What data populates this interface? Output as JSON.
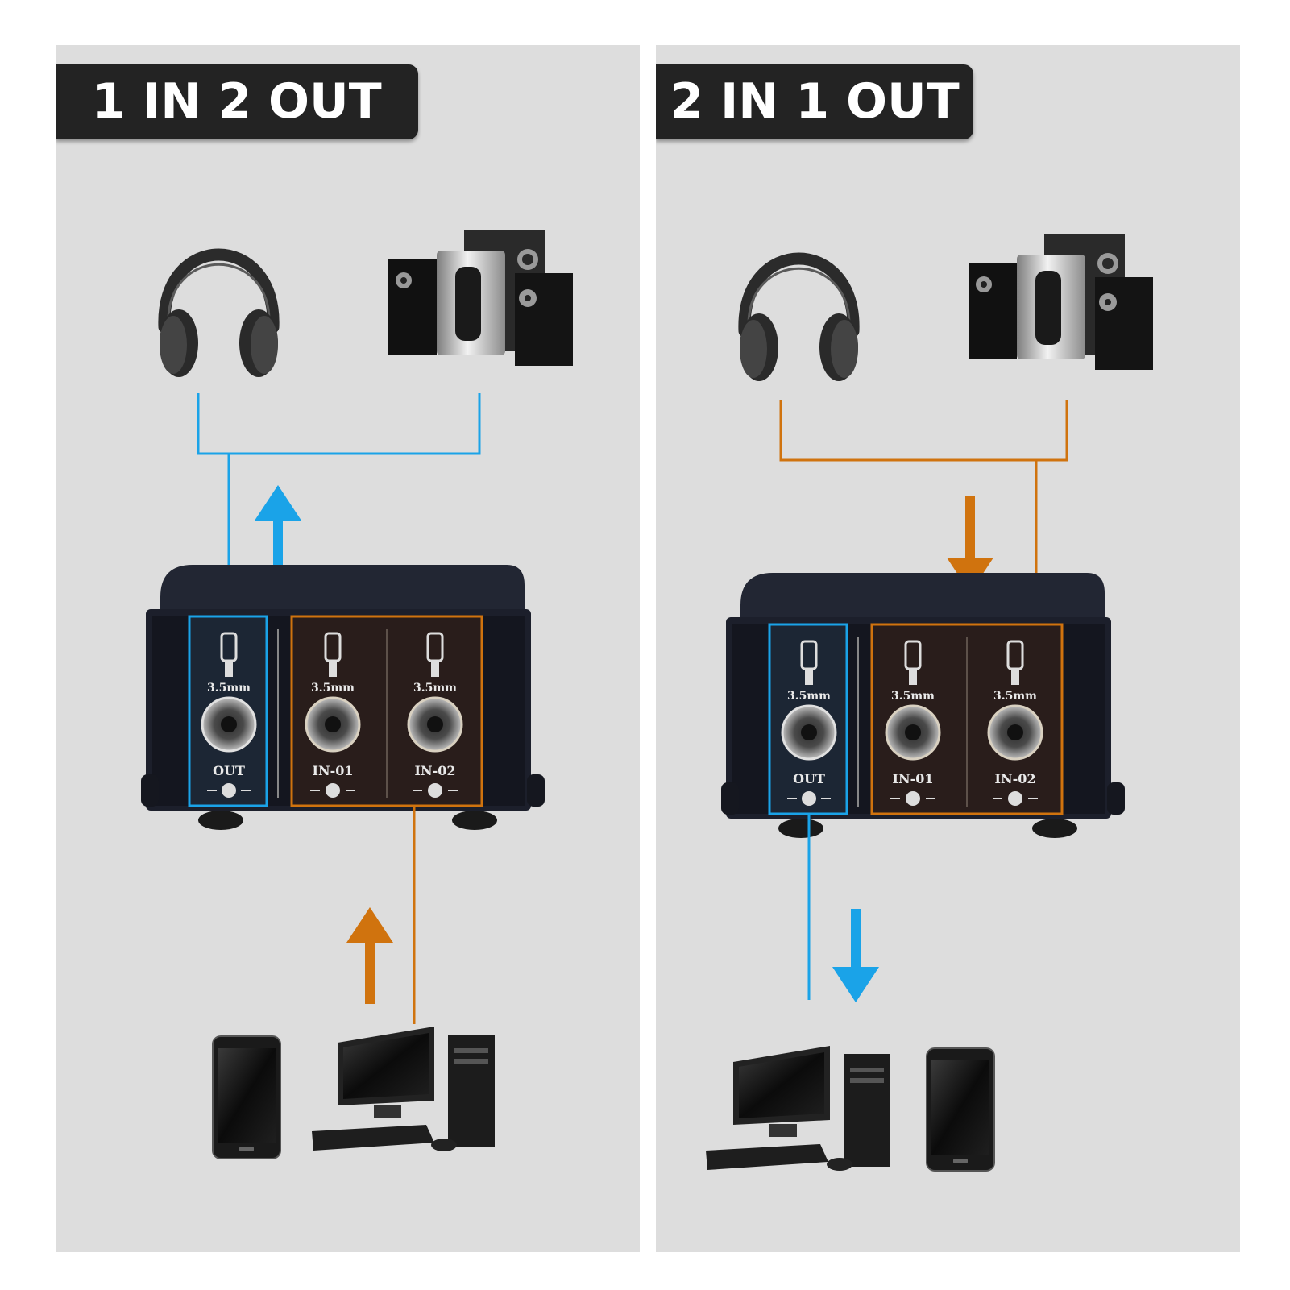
{
  "colors": {
    "panel_bg": "#dddddd",
    "title_bg": "#232323",
    "title_text": "#ffffff",
    "output_path": "#1aa3e8",
    "input_path": "#d0730e",
    "device_body": "#1c1f2b"
  },
  "panels": [
    {
      "title": "1 IN 2 OUT",
      "switch": {
        "out_size": "3.5mm",
        "out_label": "OUT",
        "in1_size": "3.5mm",
        "in1_label": "IN-01",
        "in2_size": "3.5mm",
        "in2_label": "IN-02"
      },
      "devices_top": [
        "headphones-icon",
        "speakers-icon"
      ],
      "devices_bottom": [
        "smartphone-icon",
        "desktop-computer-icon"
      ]
    },
    {
      "title": "2 IN 1 OUT",
      "switch": {
        "out_size": "3.5mm",
        "out_label": "OUT",
        "in1_size": "3.5mm",
        "in1_label": "IN-01",
        "in2_size": "3.5mm",
        "in2_label": "IN-02"
      },
      "devices_top": [
        "headphones-icon",
        "speakers-icon"
      ],
      "devices_bottom": [
        "desktop-computer-icon",
        "smartphone-icon"
      ]
    }
  ]
}
